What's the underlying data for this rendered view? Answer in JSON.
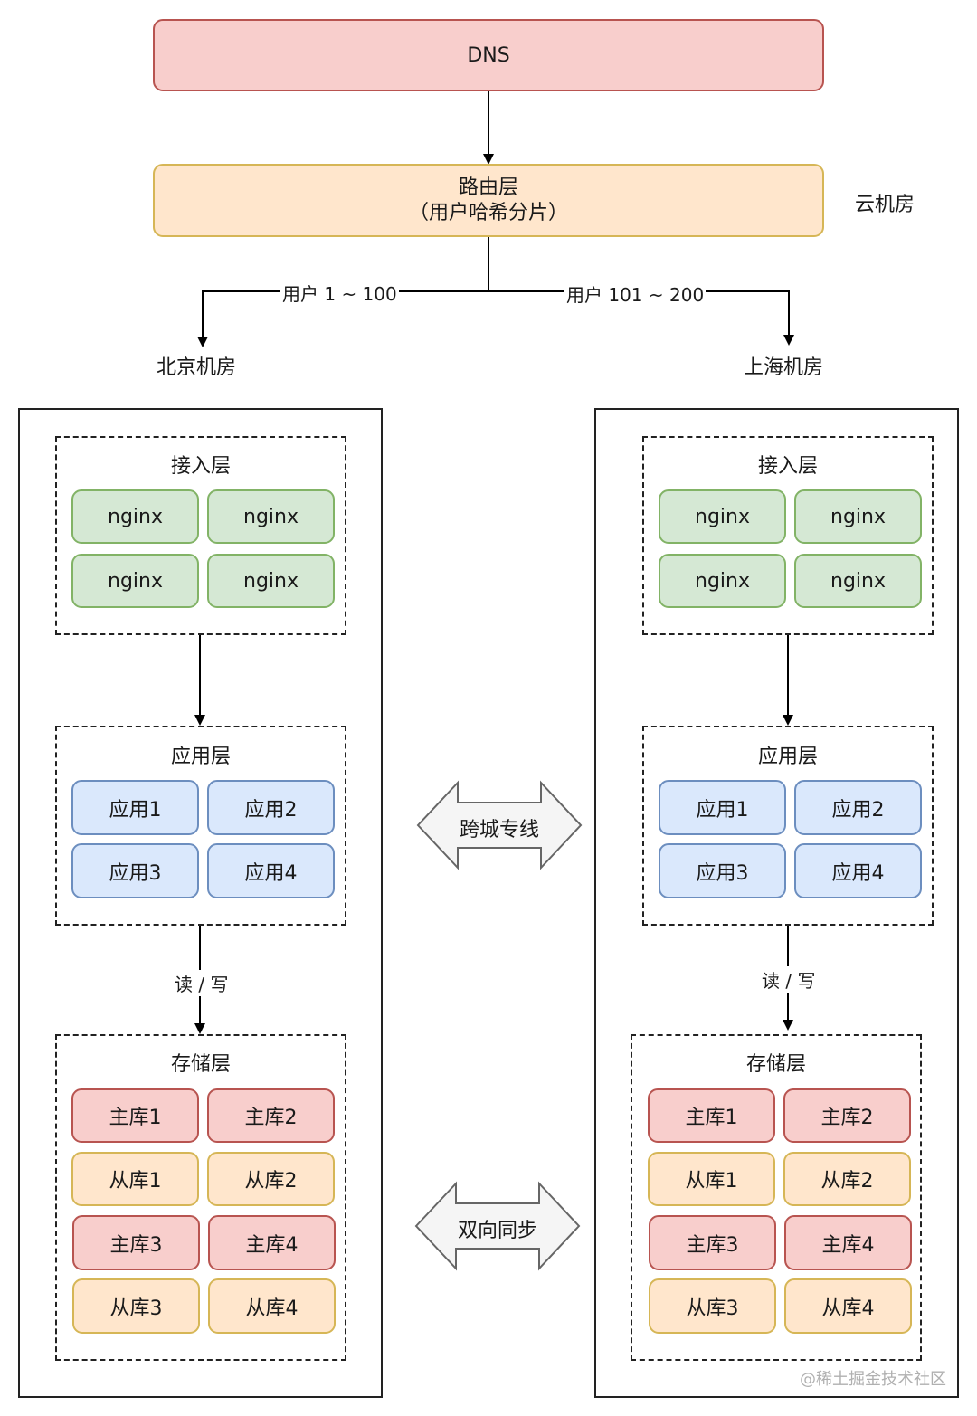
{
  "top": {
    "dns": "DNS",
    "router_line1": "路由层",
    "router_line2": "（用户哈希分片）",
    "cloud_room": "云机房"
  },
  "edges": {
    "left_route": "用户 1 ~ 100",
    "right_route": "用户 101 ~ 200",
    "rw_left": "读 / 写",
    "rw_right": "读 / 写"
  },
  "rooms": {
    "left_title": "北京机房",
    "right_title": "上海机房"
  },
  "layers": {
    "access": "接入层",
    "app": "应用层",
    "storage": "存储层"
  },
  "access_nodes": [
    "nginx",
    "nginx",
    "nginx",
    "nginx"
  ],
  "app_nodes": [
    "应用1",
    "应用2",
    "应用3",
    "应用4"
  ],
  "storage_nodes": [
    "主库1",
    "主库2",
    "从库1",
    "从库2",
    "主库3",
    "主库4",
    "从库3",
    "从库4"
  ],
  "links": {
    "dedicated_line": "跨城专线",
    "bidirectional_sync": "双向同步"
  },
  "watermark": "@稀土掘金技术社区",
  "colors": {
    "red_fill": "#f8cecc",
    "red_stroke": "#b85450",
    "yellow_fill": "#ffe6cc",
    "yellow_stroke": "#d6b656",
    "green_fill": "#d5e8d4",
    "green_stroke": "#82b366",
    "blue_fill": "#dae8fc",
    "blue_stroke": "#6c8ebf"
  }
}
